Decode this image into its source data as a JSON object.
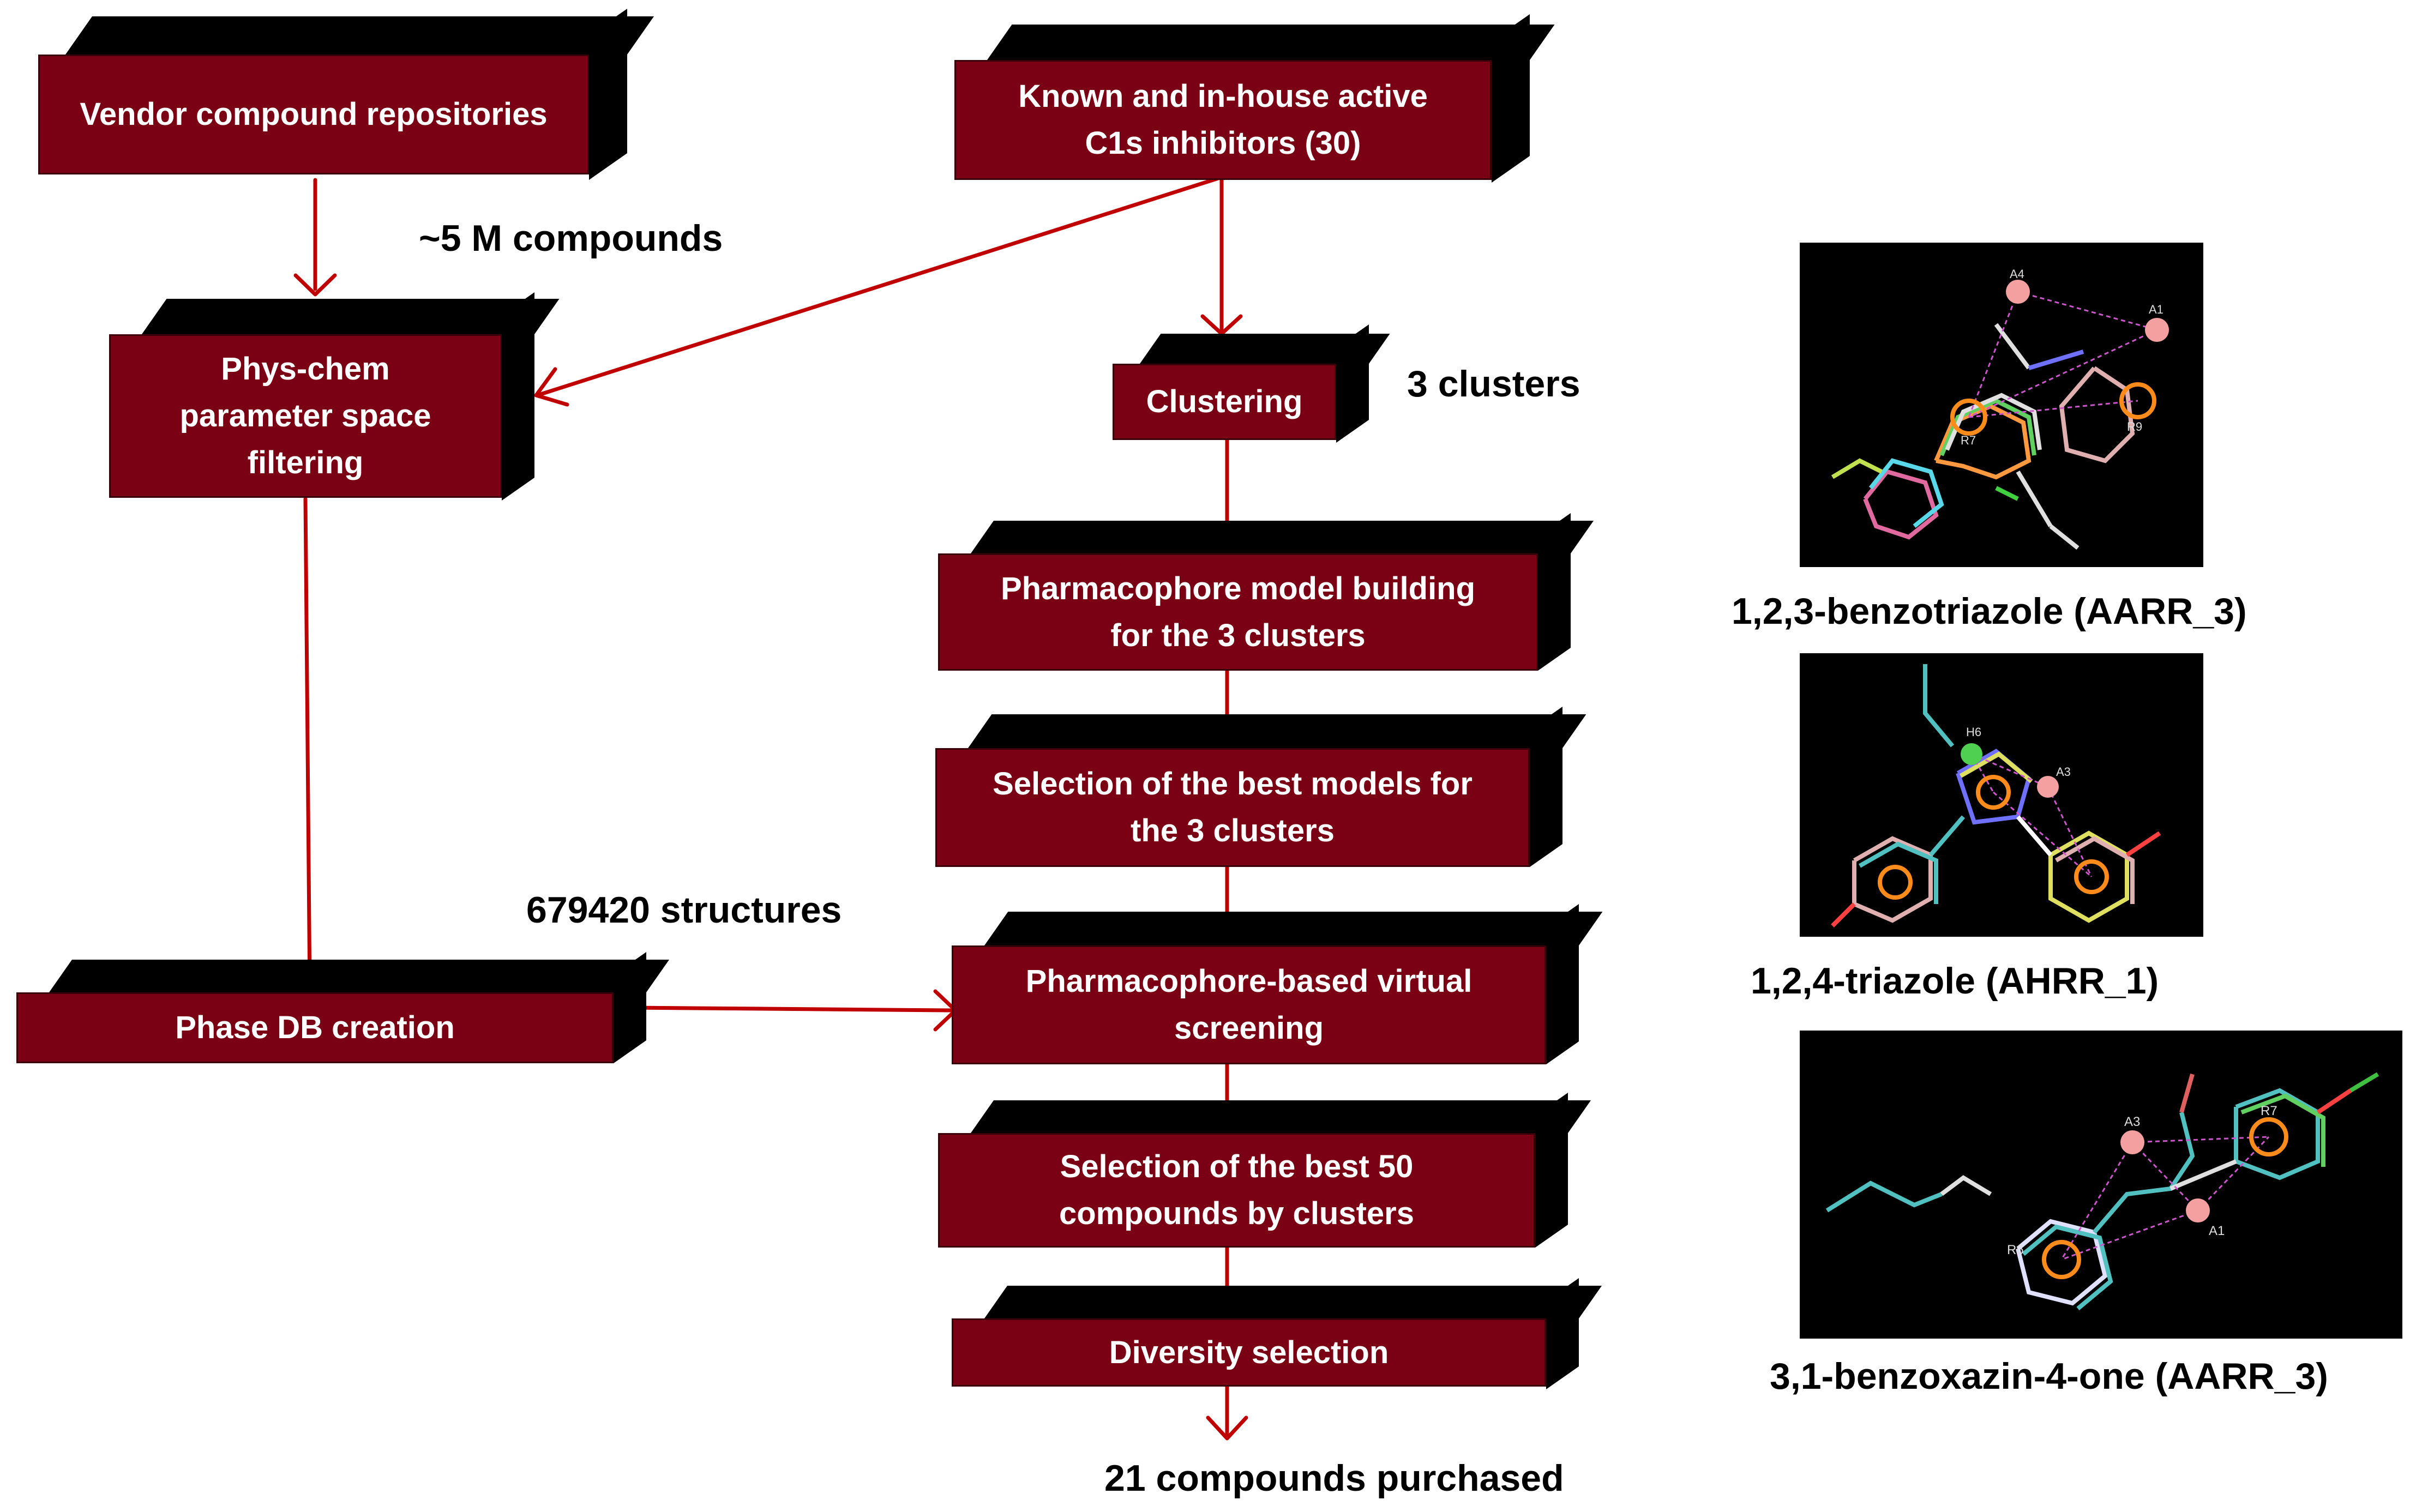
{
  "boxes": {
    "vendor": "Vendor compound repositories",
    "known": "Known and in-house active\nC1s  inhibitors (30)",
    "physchem": "Phys-chem\nparameter space\nfiltering",
    "clustering": "Clustering",
    "pharm_model": "Pharmacophore  model building\nfor the 3 clusters",
    "selection_models": "Selection of the best models for\nthe 3 clusters",
    "phase_db": "Phase DB creation",
    "screening": "Pharmacophore-based  virtual\nscreening",
    "selection_50": "Selection of the best 50\ncompounds  by clusters",
    "diversity": "Diversity selection"
  },
  "labels": {
    "compounds_5m": "~5 M compounds",
    "clusters3": "3 clusters",
    "structures": "679420 structures",
    "purchased": "21 compounds purchased"
  },
  "molecules": [
    {
      "caption": "1,2,3-benzotriazole (AARR_3)",
      "sites": [
        "A4",
        "A1",
        "R7",
        "R9"
      ]
    },
    {
      "caption": "1,2,4-triazole (AHRR_1)",
      "sites": [
        "H6",
        "A3"
      ]
    },
    {
      "caption": "3,1-benzoxazin-4-one (AARR_3)",
      "sites": [
        "A3",
        "R7",
        "R6",
        "A1"
      ]
    }
  ],
  "colors": {
    "box_face": "#7a0013",
    "box_depth": "#000000",
    "arrow": "#c00000",
    "text_on_box": "#ffffff"
  }
}
